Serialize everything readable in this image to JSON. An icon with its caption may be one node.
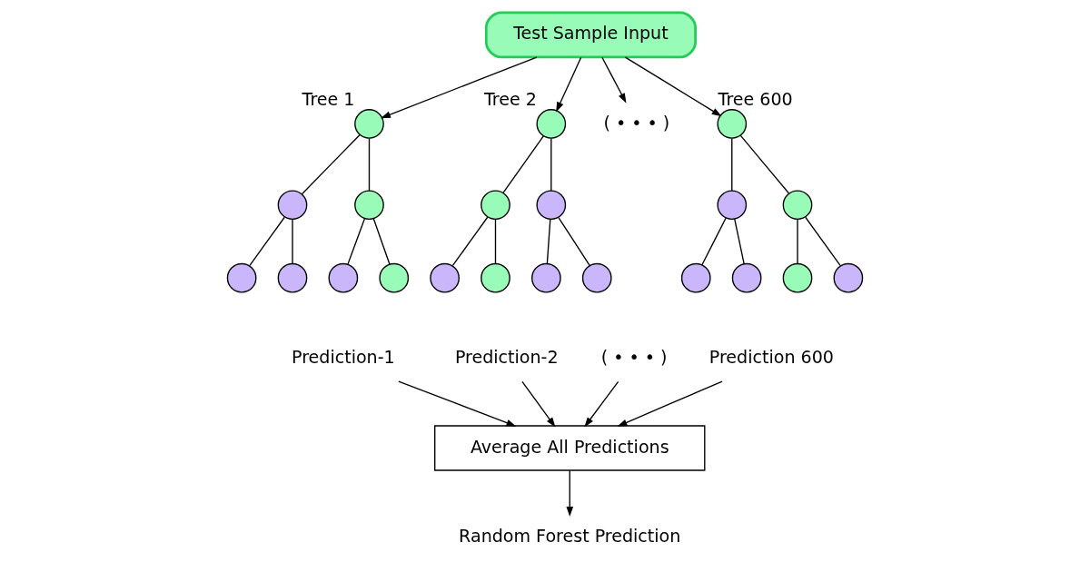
{
  "diagram": {
    "nodes": [
      {
        "text": [
          "Test Sample Input"
        ]
      },
      {
        "text": [],
        "shape": "circle",
        "beside": [
          "Tree 1"
        ]
      },
      {
        "text": [],
        "shape": "circle"
      },
      {
        "text": [],
        "shape": "circle"
      },
      {
        "text": [],
        "shape": "circle"
      },
      {
        "text": [],
        "shape": "circle"
      },
      {
        "text": [],
        "shape": "circle"
      },
      {
        "text": [],
        "shape": "circle"
      },
      {
        "text": [],
        "shape": "circle",
        "beside": [
          "Tree 2"
        ]
      },
      {
        "text": [],
        "shape": "circle"
      },
      {
        "text": [],
        "shape": "circle"
      },
      {
        "text": [],
        "shape": "circle"
      },
      {
        "text": [],
        "shape": "circle"
      },
      {
        "text": [],
        "shape": "circle"
      },
      {
        "text": [],
        "shape": "circle"
      },
      {
        "text": [
          "( • • • )"
        ]
      },
      {
        "text": [],
        "shape": "circle",
        "beside": [
          "Tree 600"
        ]
      },
      {
        "text": [],
        "shape": "circle"
      },
      {
        "text": [],
        "shape": "circle"
      },
      {
        "text": [],
        "shape": "circle"
      },
      {
        "text": [],
        "shape": "circle"
      },
      {
        "text": [],
        "shape": "circle"
      },
      {
        "text": [],
        "shape": "circle"
      },
      {
        "text": [
          "Prediction-1"
        ]
      },
      {
        "text": [
          "Prediction-2"
        ]
      },
      {
        "text": [
          "( • • • )"
        ]
      },
      {
        "text": [
          "Prediction 600"
        ]
      },
      {
        "text": [
          "Average All Predictions"
        ]
      },
      {
        "text": [
          "Random Forest Prediction"
        ]
      }
    ],
    "edges": [
      {
        "from": 0,
        "to": 1,
        "arrow": "to"
      },
      {
        "from": 0,
        "to": 8,
        "arrow": "to"
      },
      {
        "from": 0,
        "to": 15,
        "arrow": "to"
      },
      {
        "from": 0,
        "to": 16,
        "arrow": "to"
      },
      {
        "from": 1,
        "to": 2,
        "arrow": "none"
      },
      {
        "from": 1,
        "to": 3,
        "arrow": "none"
      },
      {
        "from": 2,
        "to": 4,
        "arrow": "none"
      },
      {
        "from": 2,
        "to": 5,
        "arrow": "none"
      },
      {
        "from": 3,
        "to": 6,
        "arrow": "none"
      },
      {
        "from": 3,
        "to": 7,
        "arrow": "none"
      },
      {
        "from": 8,
        "to": 9,
        "arrow": "none"
      },
      {
        "from": 8,
        "to": 10,
        "arrow": "none"
      },
      {
        "from": 9,
        "to": 11,
        "arrow": "none"
      },
      {
        "from": 9,
        "to": 12,
        "arrow": "none"
      },
      {
        "from": 10,
        "to": 13,
        "arrow": "none"
      },
      {
        "from": 10,
        "to": 14,
        "arrow": "none"
      },
      {
        "from": 16,
        "to": 17,
        "arrow": "none"
      },
      {
        "from": 16,
        "to": 18,
        "arrow": "none"
      },
      {
        "from": 17,
        "to": 19,
        "arrow": "none"
      },
      {
        "from": 17,
        "to": 20,
        "arrow": "none"
      },
      {
        "from": 18,
        "to": 21,
        "arrow": "none"
      },
      {
        "from": 18,
        "to": 22,
        "arrow": "none"
      },
      {
        "from": 23,
        "to": 27,
        "arrow": "to"
      },
      {
        "from": 24,
        "to": 27,
        "arrow": "to"
      },
      {
        "from": 25,
        "to": 27,
        "arrow": "to"
      },
      {
        "from": 26,
        "to": 27,
        "arrow": "to"
      },
      {
        "from": 27,
        "to": 28,
        "arrow": "to"
      }
    ]
  }
}
